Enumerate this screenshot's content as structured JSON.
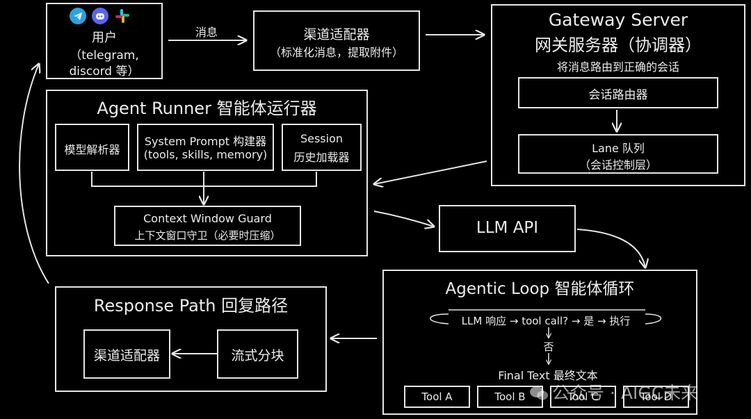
{
  "user": {
    "title": "用户",
    "line2": "（telegram,",
    "line3": "discord 等）",
    "icons": [
      "telegram-icon",
      "discord-icon",
      "slack-icon"
    ]
  },
  "edge_message": "消息",
  "channel_adapter": {
    "title": "渠道适配器",
    "subtitle": "（标准化消息，提取附件）"
  },
  "gateway": {
    "title": "Gateway Server",
    "title_cn": "网关服务器（协调器）",
    "subtitle": "将消息路由到正确的会话",
    "session_router": "会话路由器",
    "lane_line1": "Lane 队列",
    "lane_line2": "（会话控制层）"
  },
  "agent_runner": {
    "title": "Agent Runner 智能体运行器",
    "model_parser": "模型解析器",
    "prompt_builder_line1": "System Prompt 构建器",
    "prompt_builder_line2": "(tools, skills, memory)",
    "session_loader_line1": "Session",
    "session_loader_line2": "历史加载器",
    "guard_line1": "Context Window Guard",
    "guard_line2": "上下文窗口守卫（必要时压缩）"
  },
  "llm_api": "LLM API",
  "agentic_loop": {
    "title": "Agentic Loop 智能体循环",
    "loop_text": "LLM 响应 → tool call? → 是 → 执行",
    "no_label": "否",
    "final_text": "Final Text 最终文本",
    "tools": [
      "Tool A",
      "Tool B",
      "Tool C",
      "Tool D"
    ]
  },
  "response_path": {
    "title": "Response Path 回复路径",
    "channel_adapter": "渠道适配器",
    "stream_chunk": "流式分块"
  },
  "watermark": "公众号 · AIGC未来",
  "colors": {
    "background": "#000000",
    "stroke": "#e6e6e6",
    "text": "#ececec"
  }
}
